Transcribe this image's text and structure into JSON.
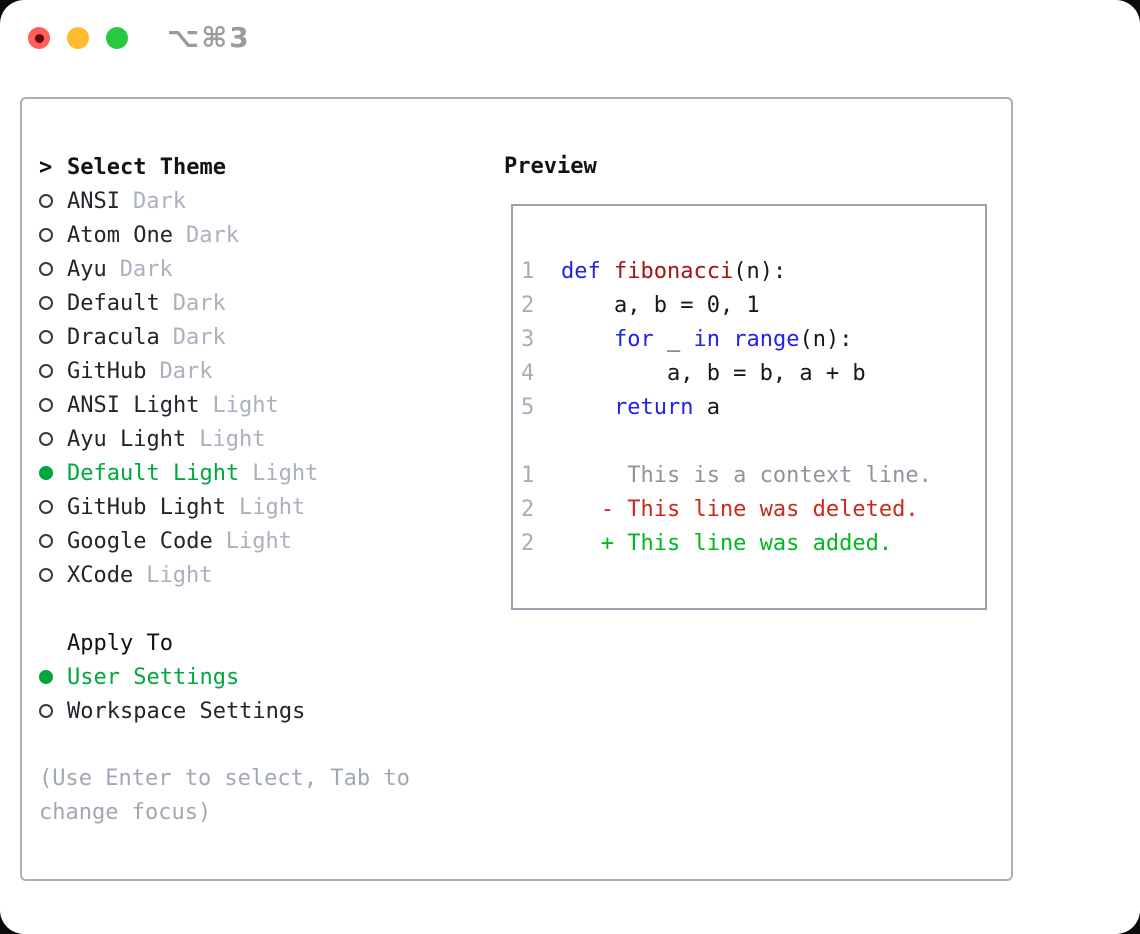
{
  "window": {
    "shortcut_label": "⌥⌘3",
    "traffic_lights": [
      {
        "name": "close",
        "color": "#ff5f57",
        "inner_dot_color": "#5f0b0b"
      },
      {
        "name": "minimize",
        "color": "#febc2e"
      },
      {
        "name": "zoom",
        "color": "#28c840"
      }
    ]
  },
  "theme_panel": {
    "header": {
      "prefix": ">",
      "title": "Select Theme"
    },
    "themes": [
      {
        "name": "ANSI",
        "variant": "Dark",
        "selected": false
      },
      {
        "name": "Atom One",
        "variant": "Dark",
        "selected": false
      },
      {
        "name": "Ayu",
        "variant": "Dark",
        "selected": false
      },
      {
        "name": "Default",
        "variant": "Dark",
        "selected": false
      },
      {
        "name": "Dracula",
        "variant": "Dark",
        "selected": false
      },
      {
        "name": "GitHub",
        "variant": "Dark",
        "selected": false
      },
      {
        "name": "ANSI Light",
        "variant": "Light",
        "selected": false
      },
      {
        "name": "Ayu Light",
        "variant": "Light",
        "selected": false
      },
      {
        "name": "Default Light",
        "variant": "Light",
        "selected": true
      },
      {
        "name": "GitHub Light",
        "variant": "Light",
        "selected": false
      },
      {
        "name": "Google Code",
        "variant": "Light",
        "selected": false
      },
      {
        "name": "XCode",
        "variant": "Light",
        "selected": false
      }
    ],
    "apply_to": {
      "title": "Apply To",
      "options": [
        {
          "label": "User Settings",
          "selected": true
        },
        {
          "label": "Workspace Settings",
          "selected": false
        }
      ]
    },
    "hint_lines": [
      "(Use Enter to select, Tab to",
      "change focus)"
    ]
  },
  "preview": {
    "title": "Preview",
    "lines": [
      {
        "num": "1",
        "segments": [
          {
            "text": "def",
            "style": "kw"
          },
          {
            "text": " ",
            "style": "pl"
          },
          {
            "text": "fibonacci",
            "style": "fn"
          },
          {
            "text": "(n):",
            "style": "pl"
          }
        ]
      },
      {
        "num": "2",
        "segments": [
          {
            "text": "    a, b = 0, 1",
            "style": "pl"
          }
        ]
      },
      {
        "num": "3",
        "segments": [
          {
            "text": "    ",
            "style": "pl"
          },
          {
            "text": "for",
            "style": "kw"
          },
          {
            "text": " _ ",
            "style": "pl"
          },
          {
            "text": "in",
            "style": "kw"
          },
          {
            "text": " ",
            "style": "pl"
          },
          {
            "text": "range",
            "style": "kw"
          },
          {
            "text": "(n):",
            "style": "pl"
          }
        ]
      },
      {
        "num": "4",
        "segments": [
          {
            "text": "        a, b = b, a + b",
            "style": "pl"
          }
        ]
      },
      {
        "num": "5",
        "segments": [
          {
            "text": "    ",
            "style": "pl"
          },
          {
            "text": "return",
            "style": "kw"
          },
          {
            "text": " a",
            "style": "pl"
          }
        ]
      },
      {
        "num": "",
        "segments": []
      },
      {
        "num": "1",
        "segments": [
          {
            "text": "     This is a context line.",
            "style": "ctx"
          }
        ]
      },
      {
        "num": "2",
        "segments": [
          {
            "text": "   - This line was deleted.",
            "style": "del"
          }
        ]
      },
      {
        "num": "2",
        "segments": [
          {
            "text": "   + This line was added.",
            "style": "add"
          }
        ]
      }
    ]
  },
  "colors": {
    "selected_green": "#00a73e",
    "keyword_blue": "#2222e8",
    "function_red": "#a31515",
    "deleted_red": "#c92a1c",
    "added_green": "#00b81f",
    "context_gray": "#8f959e",
    "line_number_gray": "#a6adb9",
    "muted_gray": "#aab1bd",
    "panel_border": "#a8b1bb",
    "preview_border": "#98a2ae"
  }
}
